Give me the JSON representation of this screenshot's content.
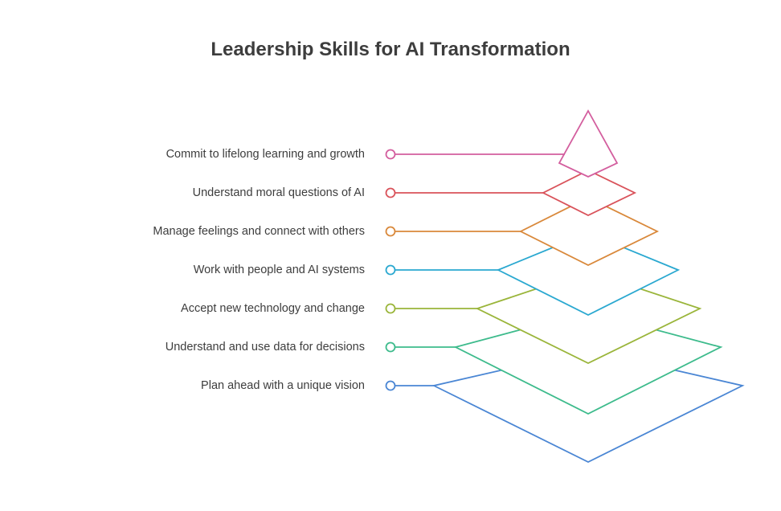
{
  "title": "Leadership Skills for AI Transformation",
  "layers": [
    {
      "label": "Commit to lifelong learning and growth",
      "color": "#d35e9e"
    },
    {
      "label": "Understand moral questions of AI",
      "color": "#d9525a"
    },
    {
      "label": "Manage feelings and connect with others",
      "color": "#d9883a"
    },
    {
      "label": "Work with people and AI systems",
      "color": "#2aa8d0"
    },
    {
      "label": "Accept new technology and change",
      "color": "#9ab53a"
    },
    {
      "label": "Understand and use data for decisions",
      "color": "#3dbb8c"
    },
    {
      "label": "Plan ahead with a unique vision",
      "color": "#4a86d4"
    }
  ]
}
